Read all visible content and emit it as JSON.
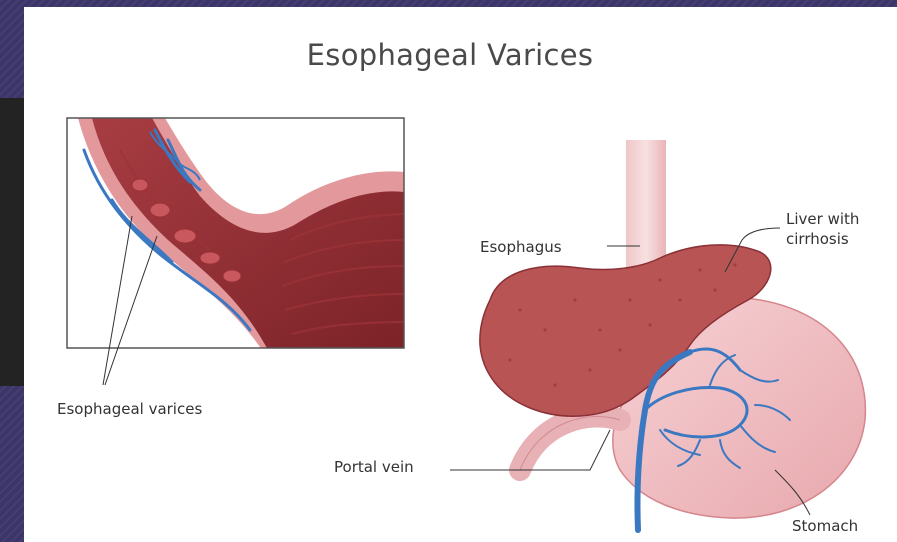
{
  "title": "Esophageal Varices",
  "labels": {
    "esophageal_varices": "Esophageal varices",
    "esophagus": "Esophagus",
    "liver_line1": "Liver with",
    "liver_line2": "cirrhosis",
    "portal_vein": "Portal vein",
    "stomach": "Stomach"
  },
  "colors": {
    "background": "#3b3569",
    "tissue": "#c85a5a",
    "tissue_dark": "#8e2d31",
    "liver": "#b85454",
    "stomach": "#f0c0c3",
    "vein": "#3b78c2"
  }
}
